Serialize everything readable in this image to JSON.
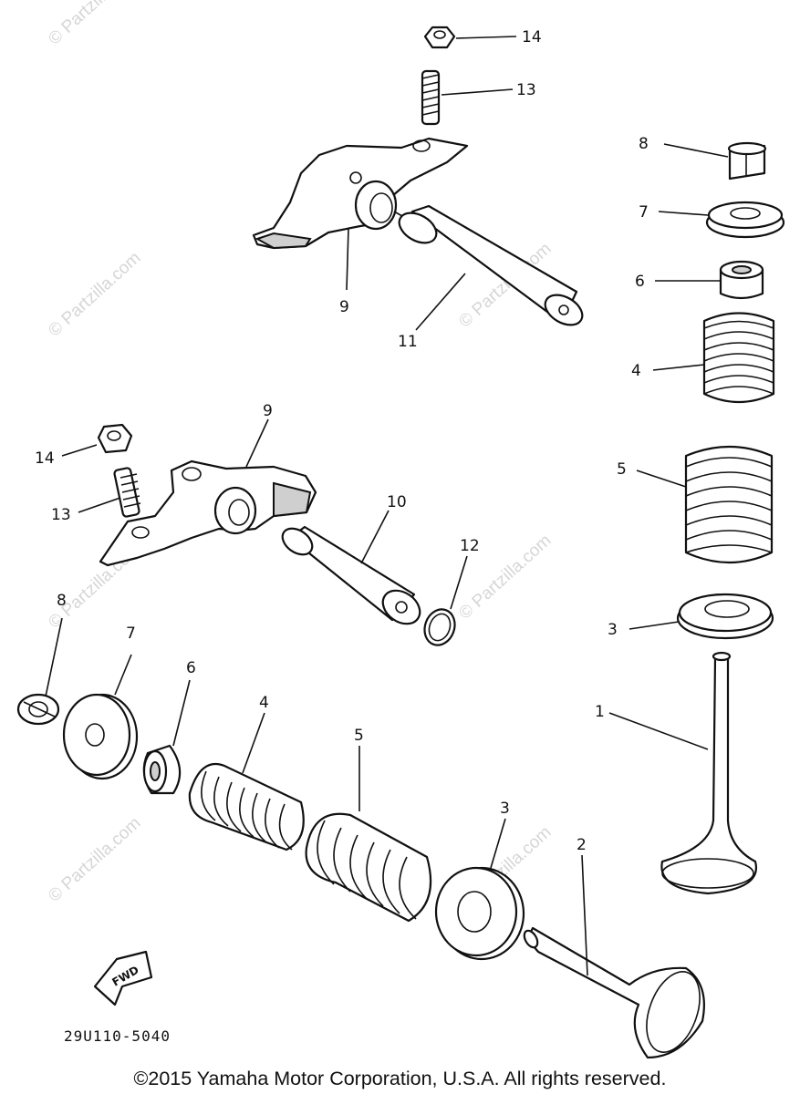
{
  "watermark": "© Partzilla.com",
  "diagram_code": "29U110-5040",
  "fwd_label": "FWD",
  "copyright": "©2015 Yamaha Motor Corporation, U.S.A. All rights reserved.",
  "callouts": {
    "c1": "1",
    "c2": "2",
    "c3a": "3",
    "c3b": "3",
    "c4a": "4",
    "c4b": "4",
    "c5a": "5",
    "c5b": "5",
    "c6a": "6",
    "c6b": "6",
    "c7a": "7",
    "c7b": "7",
    "c8a": "8",
    "c8b": "8",
    "c9a": "9",
    "c9b": "9",
    "c10": "10",
    "c11": "11",
    "c12": "12",
    "c13a": "13",
    "c13b": "13",
    "c14a": "14",
    "c14b": "14"
  }
}
